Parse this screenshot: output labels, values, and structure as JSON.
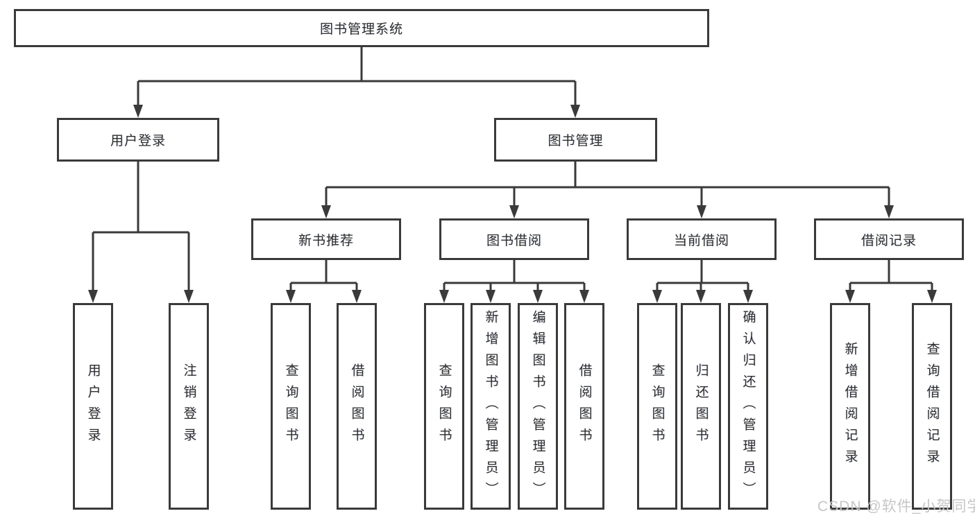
{
  "tree": {
    "label": "图书管理系统",
    "children": [
      {
        "label": "用户登录",
        "children": [
          {
            "label": "用户登录"
          },
          {
            "label": "注销登录"
          }
        ]
      },
      {
        "label": "图书管理",
        "children": [
          {
            "label": "新书推荐",
            "children": [
              {
                "label": "查询图书"
              },
              {
                "label": "借阅图书"
              }
            ]
          },
          {
            "label": "图书借阅",
            "children": [
              {
                "label": "查询图书"
              },
              {
                "label": "新增图书（管理员）"
              },
              {
                "label": "编辑图书（管理员）"
              },
              {
                "label": "借阅图书"
              }
            ]
          },
          {
            "label": "当前借阅",
            "children": [
              {
                "label": "查询图书"
              },
              {
                "label": "归还图书"
              },
              {
                "label": "确认归还（管理员）"
              }
            ]
          },
          {
            "label": "借阅记录",
            "children": [
              {
                "label": "新增借阅记录"
              },
              {
                "label": "查询借阅记录"
              }
            ]
          }
        ]
      }
    ]
  },
  "watermark": "CSDN @软件_小贺同学",
  "colors": {
    "line": "#3a3a3a",
    "text": "#2d2d2d",
    "watermark": "#c6c6c6",
    "background": "#ffffff"
  }
}
